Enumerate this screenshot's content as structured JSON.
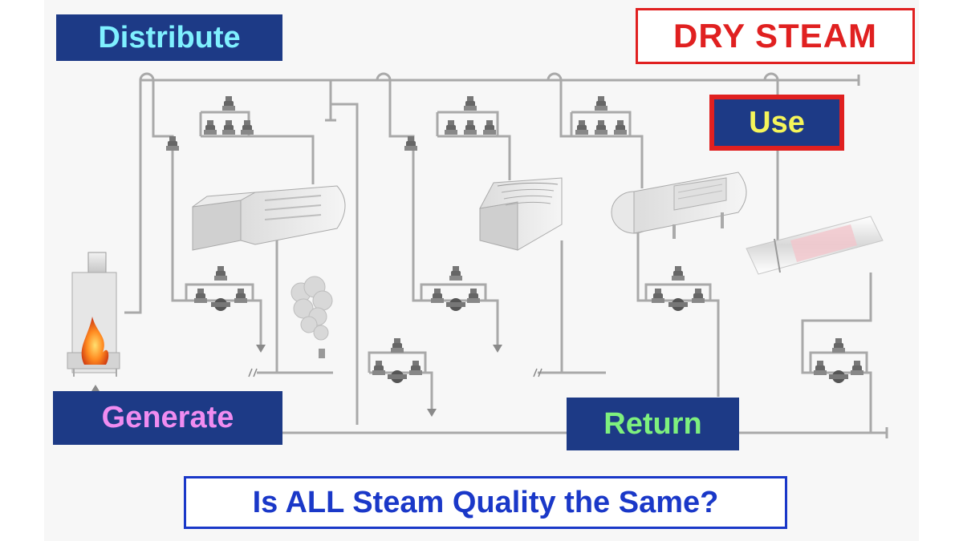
{
  "labels": {
    "distribute": "Distribute",
    "dry_steam": "DRY STEAM",
    "use": "Use",
    "generate": "Generate",
    "return": "Return",
    "question": "Is ALL Steam Quality the Same?"
  },
  "colors": {
    "label_background": "#1d3a86",
    "distribute_text": "#7ff0ff",
    "generate_text": "#f08cf0",
    "return_text": "#7ef07e",
    "use_text": "#f5f55a",
    "use_border": "#e02020",
    "dry_steam_text": "#e02020",
    "question_text": "#1a38c8",
    "pipe": "#a9a9a9"
  },
  "icons": [
    "boiler-icon",
    "flame-icon",
    "valve-station-icon",
    "steam-trap-icon",
    "heat-exchanger-icon",
    "dryer-icon",
    "tank-icon",
    "pipe-section-icon",
    "steam-cloud-icon",
    "drain-arrow-icon"
  ]
}
